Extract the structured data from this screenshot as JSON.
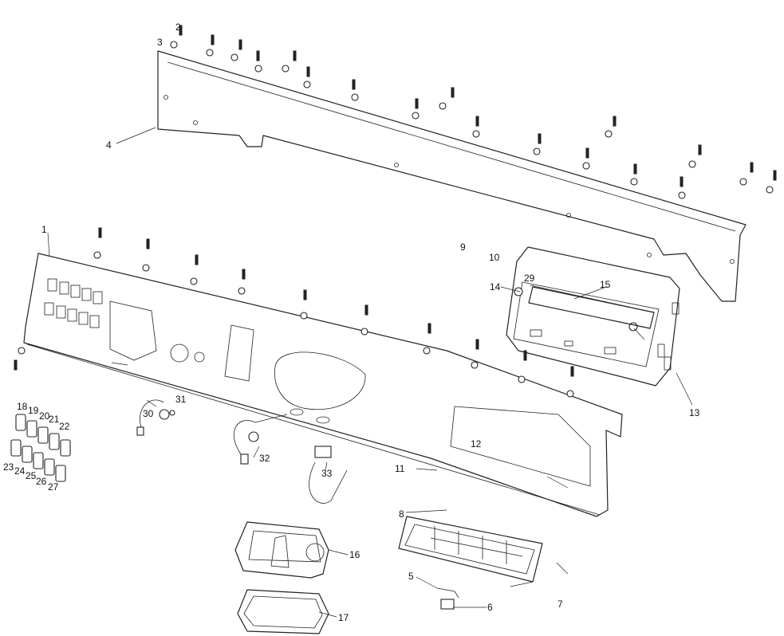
{
  "diagram": {
    "callouts": [
      "1",
      "2",
      "3",
      "4",
      "5",
      "6",
      "7",
      "8",
      "9",
      "10",
      "11",
      "12",
      "13",
      "14",
      "15",
      "16",
      "17",
      "18",
      "19",
      "20",
      "21",
      "22",
      "23",
      "24",
      "25",
      "26",
      "27",
      "29",
      "30",
      "31",
      "32",
      "33"
    ]
  }
}
